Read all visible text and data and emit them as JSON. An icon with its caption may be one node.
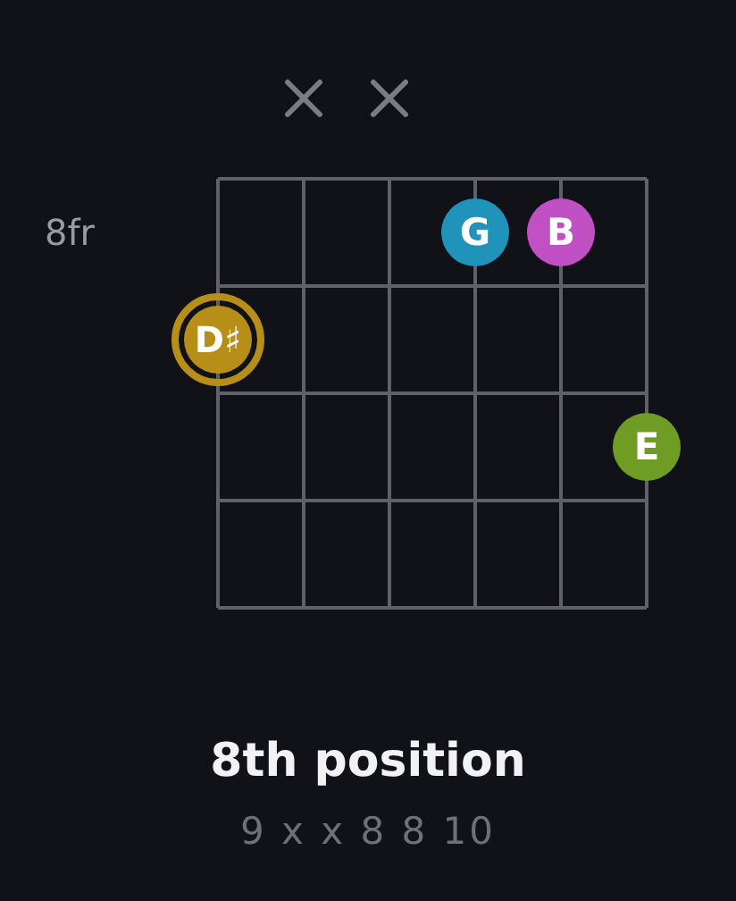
{
  "diagram": {
    "title": "8th position",
    "caption": "9 x x 8 8 10",
    "nodes": [
      {
        "text": [
          "G"
        ]
      },
      {
        "text": [
          "B"
        ]
      },
      {
        "text": [
          "D♯"
        ]
      },
      {
        "text": [
          "E"
        ]
      }
    ],
    "labels": [
      "8fr"
    ]
  }
}
